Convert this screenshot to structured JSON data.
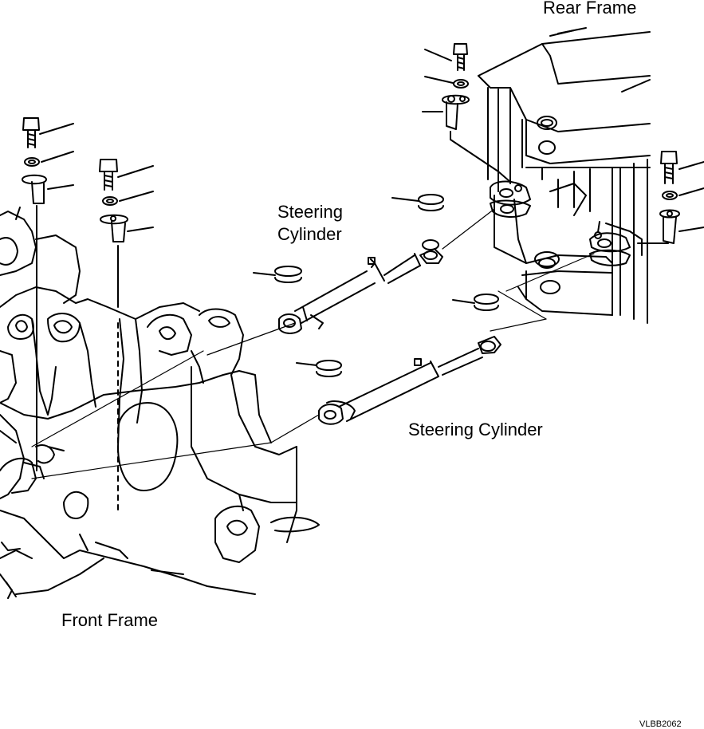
{
  "labels": {
    "rear_frame": "Rear Frame",
    "steering_cylinder_upper_line1": "Steering",
    "steering_cylinder_upper_line2": "Cylinder",
    "steering_cylinder_lower": "Steering Cylinder",
    "front_frame": "Front Frame",
    "figure_code": "VLBB2062"
  },
  "colors": {
    "line": "#000000",
    "background": "#ffffff"
  }
}
